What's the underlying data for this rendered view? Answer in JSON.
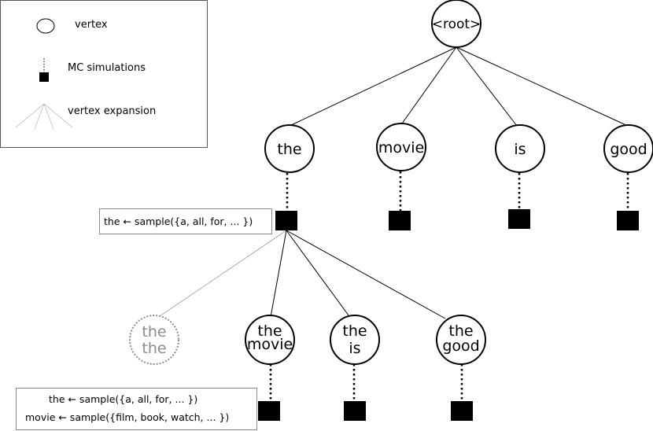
{
  "legend": {
    "vertex_label": "vertex",
    "mc_label": "MC simulations",
    "expansion_label": "vertex expansion"
  },
  "root": {
    "label": "<root>"
  },
  "level1": [
    {
      "label": "the"
    },
    {
      "label": "movie"
    },
    {
      "label": "is"
    },
    {
      "label": "good"
    }
  ],
  "level2": [
    {
      "line1": "the",
      "line2": "the",
      "pruned": true
    },
    {
      "line1": "the",
      "line2": "movie",
      "pruned": false
    },
    {
      "line1": "the",
      "line2": "is",
      "pruned": false
    },
    {
      "line1": "the",
      "line2": "good",
      "pruned": false
    }
  ],
  "annotations": {
    "first": "the ← sample({a, all, for, ... })",
    "second_line1": "the ← sample({a, all, for, ... })",
    "second_line2": "movie ← sample({film, book, watch, ... })"
  },
  "colors": {
    "stroke": "#000000",
    "ghost": "#8c8c8c",
    "box_border": "#888888"
  }
}
